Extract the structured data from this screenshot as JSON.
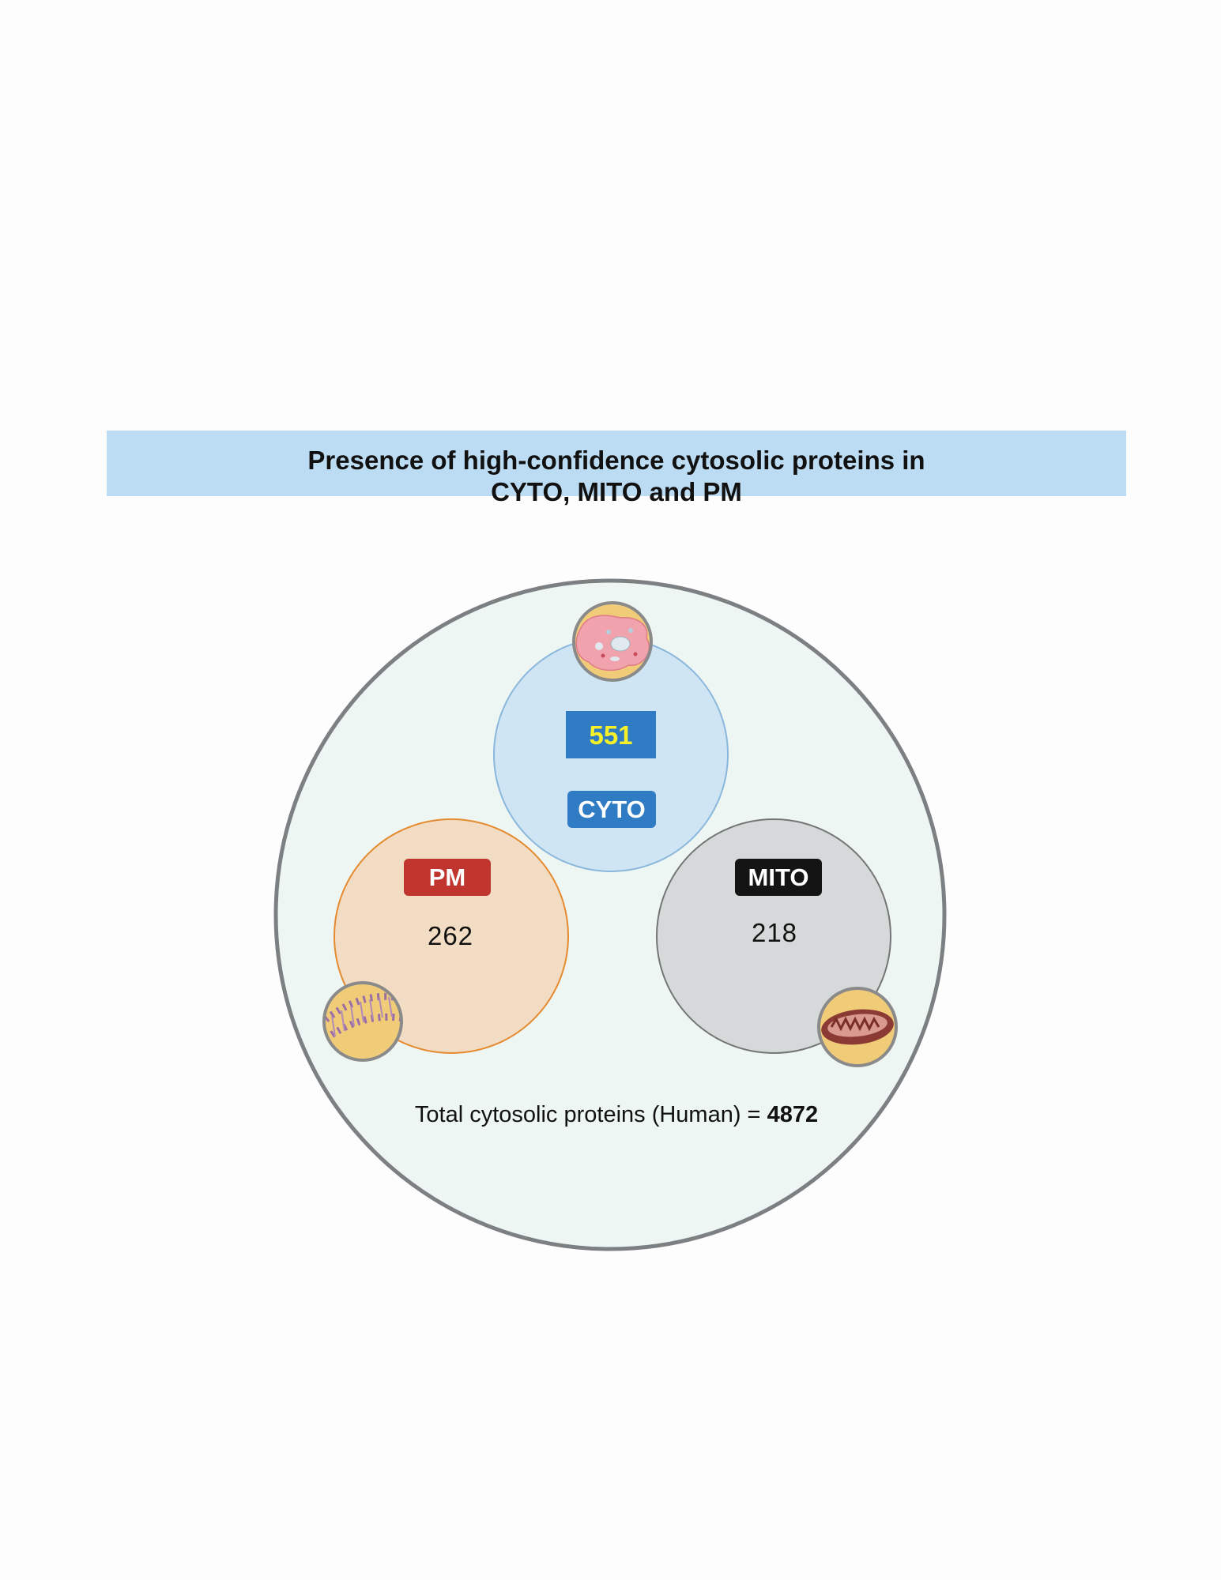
{
  "title": "Presence of high-confidence cytosolic proteins in CYTO, MITO and PM",
  "sets": {
    "cyto": {
      "label": "CYTO",
      "count": "551",
      "color": "#2f7bc4",
      "icon": "cell-icon"
    },
    "pm": {
      "label": "PM",
      "count": "262",
      "color": "#c0362f",
      "icon": "lipid-bilayer-icon"
    },
    "mito": {
      "label": "MITO",
      "count": "218",
      "color": "#141414",
      "icon": "mitochondrion-icon"
    }
  },
  "total": {
    "label": "Total cytosolic proteins (Human) =",
    "value": "4872"
  }
}
